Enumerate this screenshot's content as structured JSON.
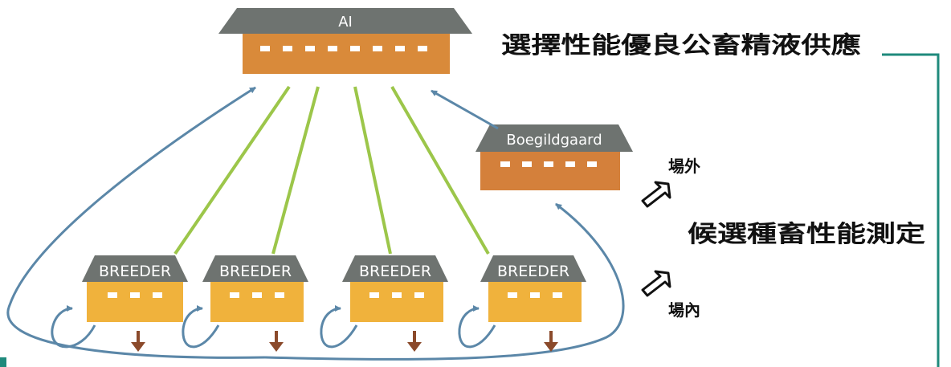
{
  "ai_unit": {
    "label": "AI"
  },
  "test_station": {
    "label": "Boegildgaard"
  },
  "breeders": [
    {
      "label": "BREEDER"
    },
    {
      "label": "BREEDER"
    },
    {
      "label": "BREEDER"
    },
    {
      "label": "BREEDER"
    }
  ],
  "annotations": {
    "semen_supply": "選擇性能優良公畜精液供應",
    "off_farm": "場外",
    "performance_test": "候選種畜性能測定",
    "on_farm": "場內"
  },
  "colors": {
    "roof": "#6e7370",
    "ai_body": "#d98a3a",
    "station_body": "#d4803b",
    "breeder_body": "#f0b23c",
    "green_line": "#9cc64a",
    "blue_arrow": "#5b87a8",
    "brown_arrow": "#8b4a2b",
    "teal_bracket": "#1f8a7c"
  }
}
